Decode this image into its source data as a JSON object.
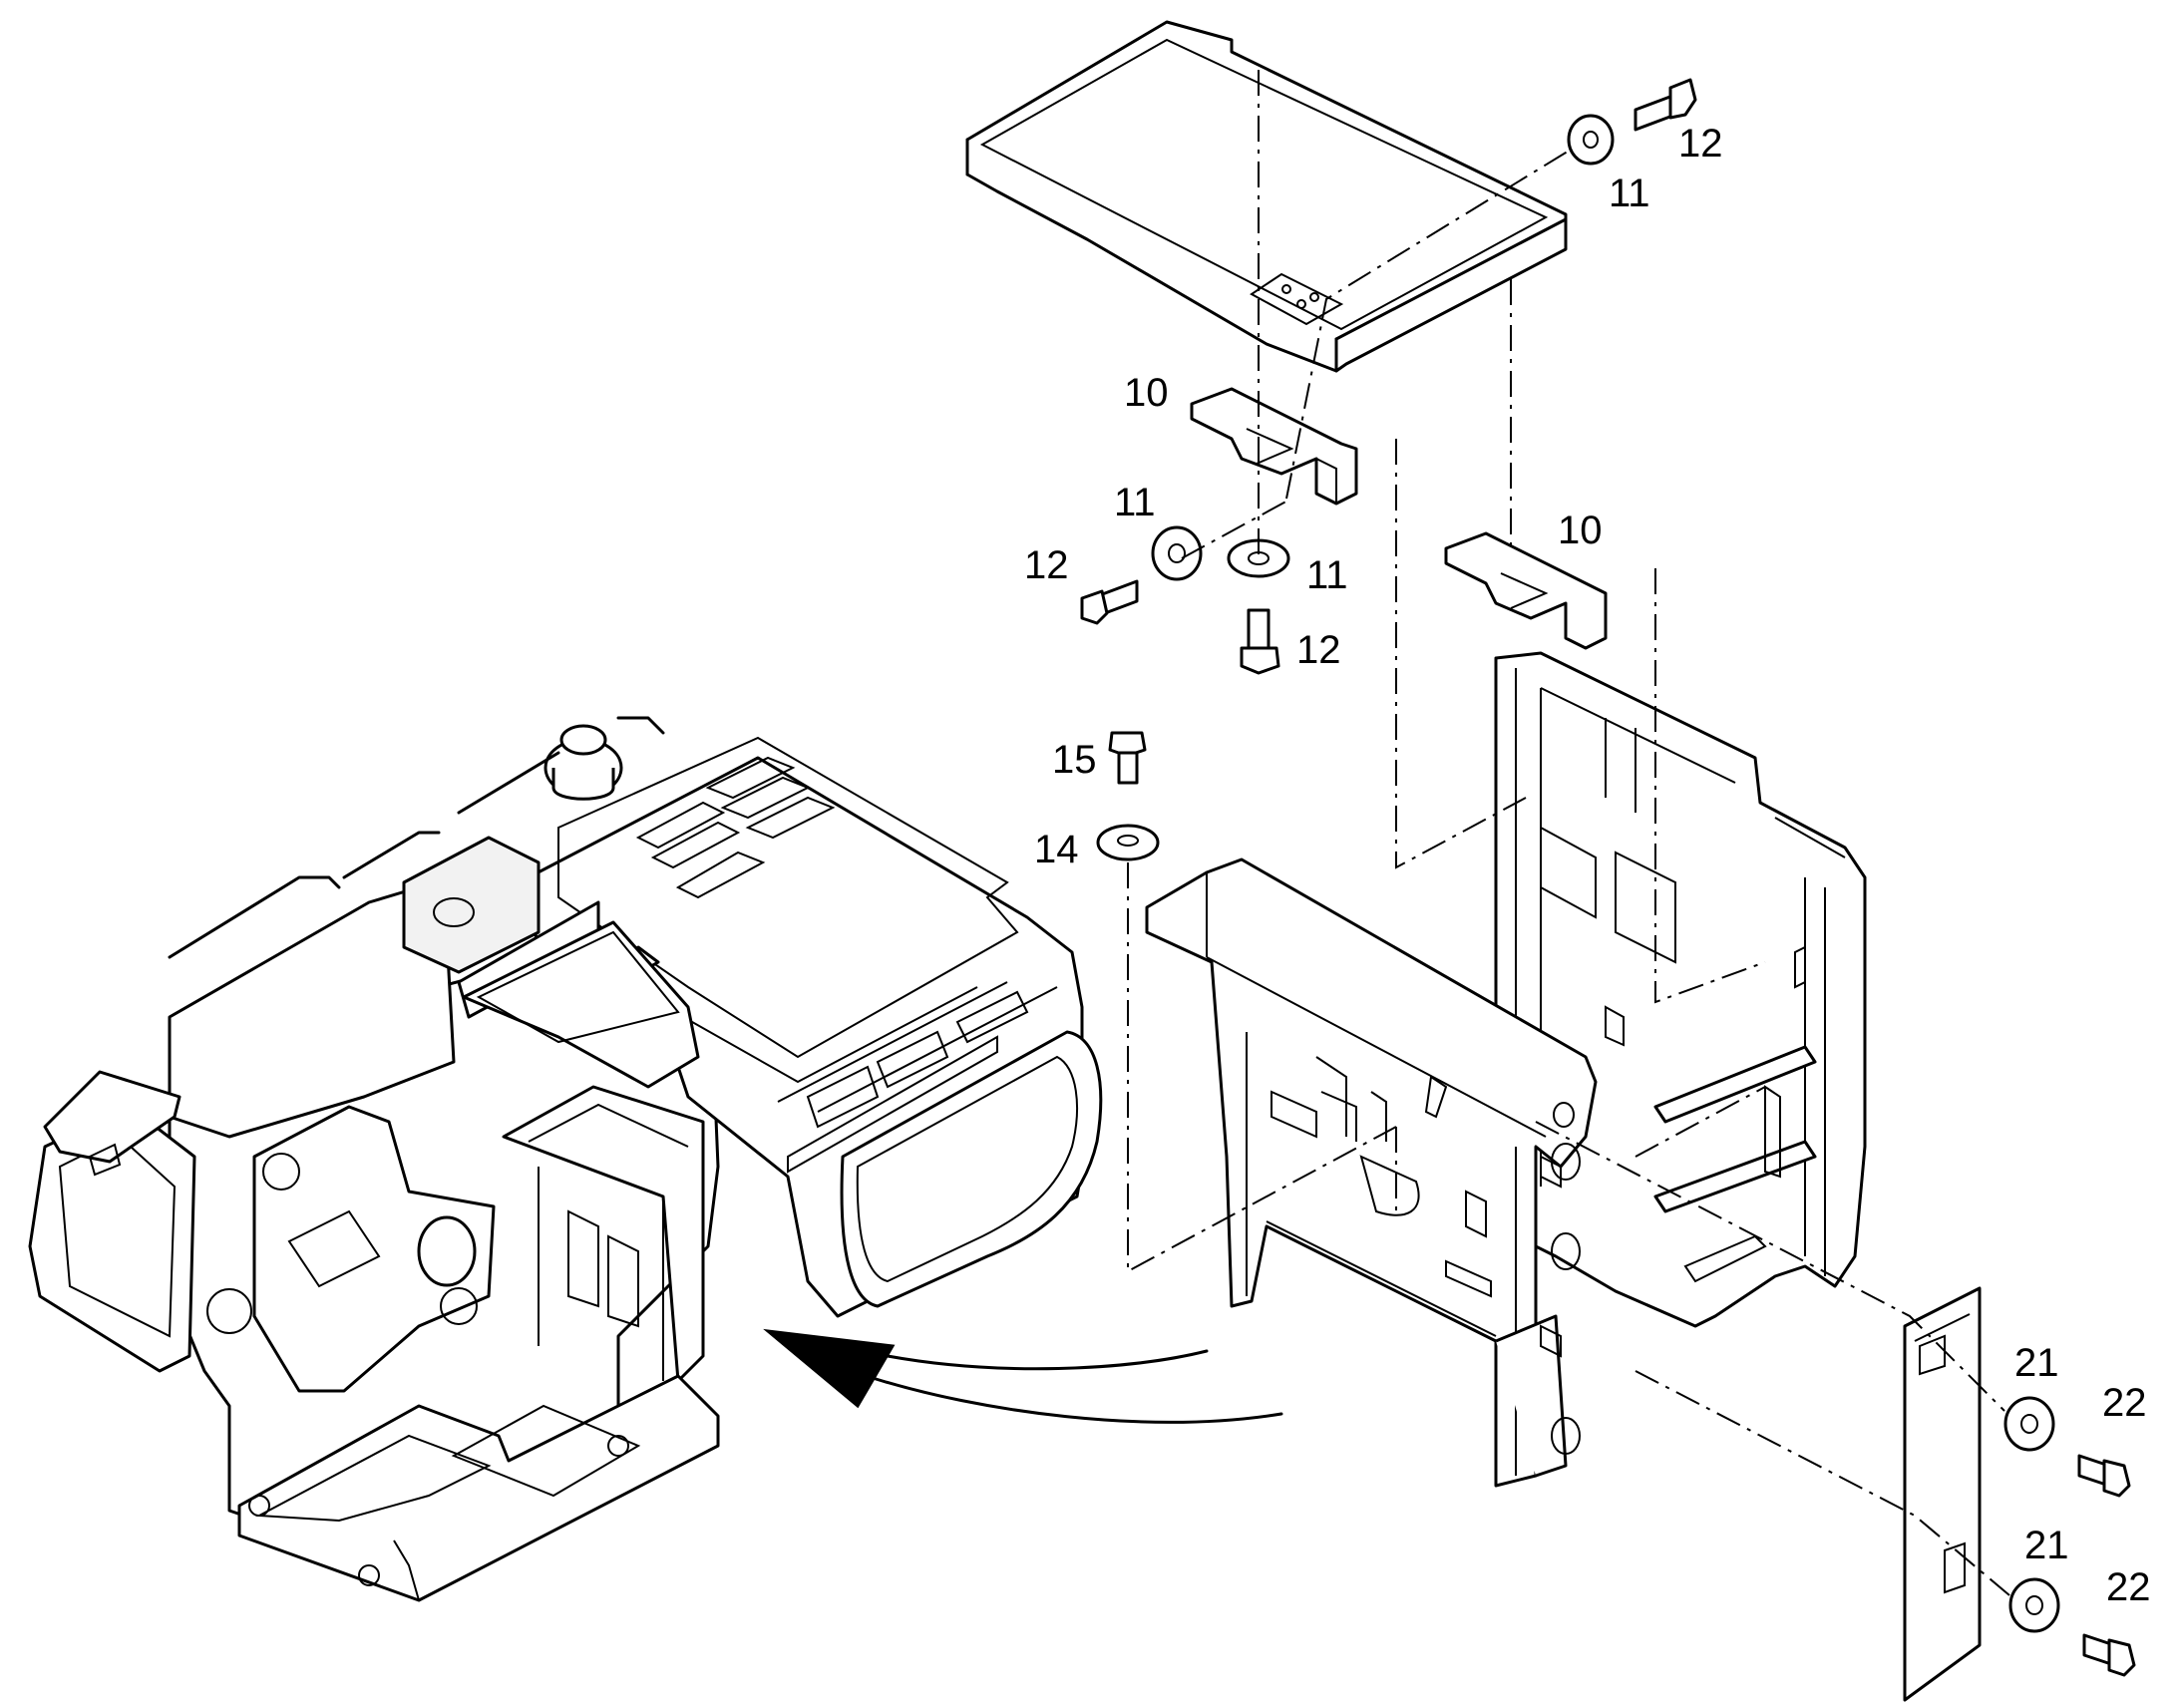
{
  "callouts": [
    {
      "id": "c-12-top",
      "text": "12"
    },
    {
      "id": "c-11-top",
      "text": "11"
    },
    {
      "id": "c-10-left",
      "text": "10"
    },
    {
      "id": "c-11-mid-left",
      "text": "11"
    },
    {
      "id": "c-12-mid-left",
      "text": "12"
    },
    {
      "id": "c-11-mid-right",
      "text": "11"
    },
    {
      "id": "c-12-mid-right",
      "text": "12"
    },
    {
      "id": "c-10-right",
      "text": "10"
    },
    {
      "id": "c-15",
      "text": "15"
    },
    {
      "id": "c-14",
      "text": "14"
    },
    {
      "id": "c-21-upper",
      "text": "21"
    },
    {
      "id": "c-22-upper",
      "text": "22"
    },
    {
      "id": "c-21-lower",
      "text": "21"
    },
    {
      "id": "c-22-lower",
      "text": "22"
    }
  ]
}
